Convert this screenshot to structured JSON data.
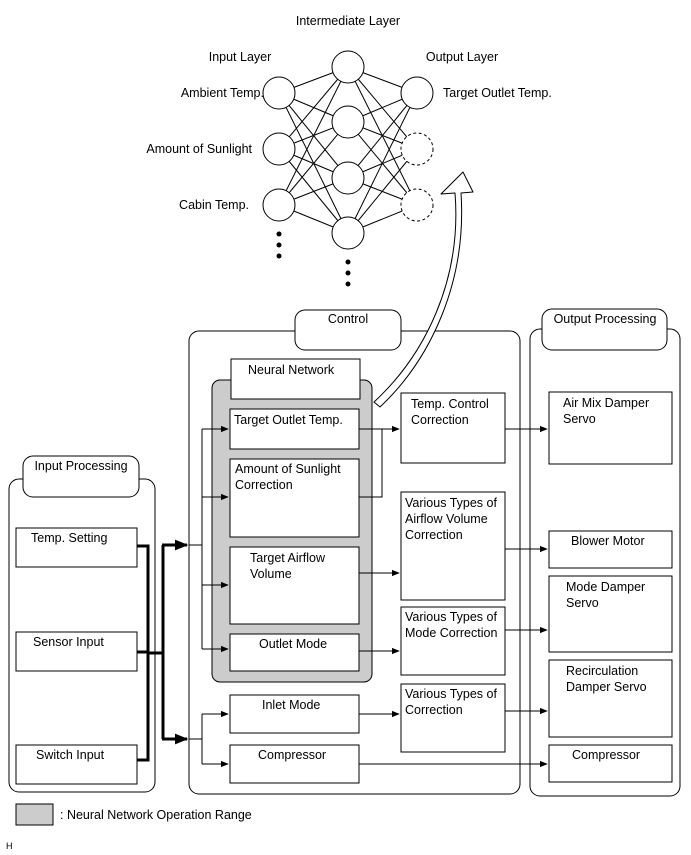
{
  "neural_net": {
    "intermediate_layer": "Intermediate Layer",
    "input_layer": "Input Layer",
    "output_layer": "Output Layer",
    "inputs": [
      "Ambient Temp.",
      "Amount of Sunlight",
      "Cabin Temp."
    ],
    "output": "Target Outlet Temp."
  },
  "input_processing": {
    "title": "Input Processing",
    "items": [
      "Temp. Setting",
      "Sensor Input",
      "Switch Input"
    ]
  },
  "control": {
    "title": "Control",
    "neural_network": "Neural Network",
    "nn_items": [
      "Target Outlet Temp.",
      "Amount of Sunlight Correction",
      "Target Airflow Volume",
      "Outlet Mode"
    ],
    "other_items": [
      "Inlet Mode",
      "Compressor"
    ],
    "corrections": [
      "Temp. Control Correction",
      "Various Types of Airflow Volume Correction",
      "Various Types of Mode Correction",
      "Various Types of Correction"
    ]
  },
  "output_processing": {
    "title": "Output Processing",
    "items": [
      "Air Mix Damper Servo",
      "Blower Motor",
      "Mode Damper Servo",
      "Recirculation Damper Servo",
      "Compressor"
    ]
  },
  "legend": {
    "label": ": Neural Network Operation Range",
    "swatch_color": "#cccccc"
  },
  "footer_mark": "H"
}
